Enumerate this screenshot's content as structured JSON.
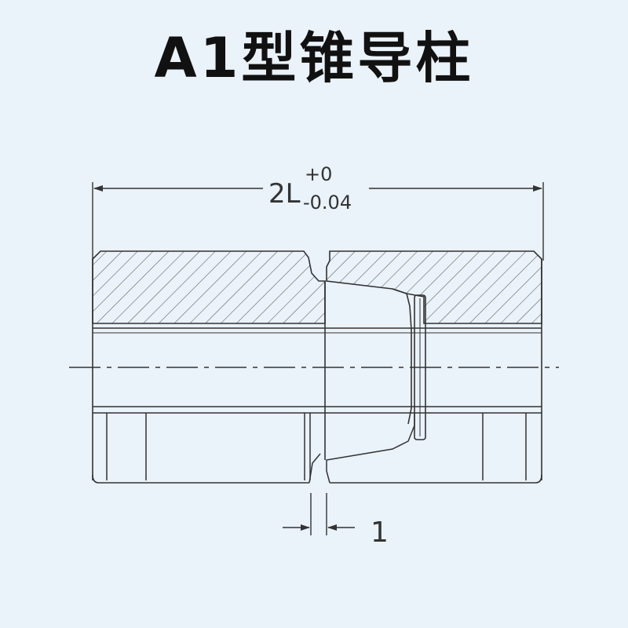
{
  "title": "A1型锥导柱",
  "dimensions": {
    "length_base": "2L",
    "tol_upper": "+0",
    "tol_lower": "-0.04",
    "gap": "1"
  },
  "colors": {
    "background": "#eaf2fa",
    "line": "#333333",
    "hatch": "#555555",
    "title": "#111111"
  }
}
